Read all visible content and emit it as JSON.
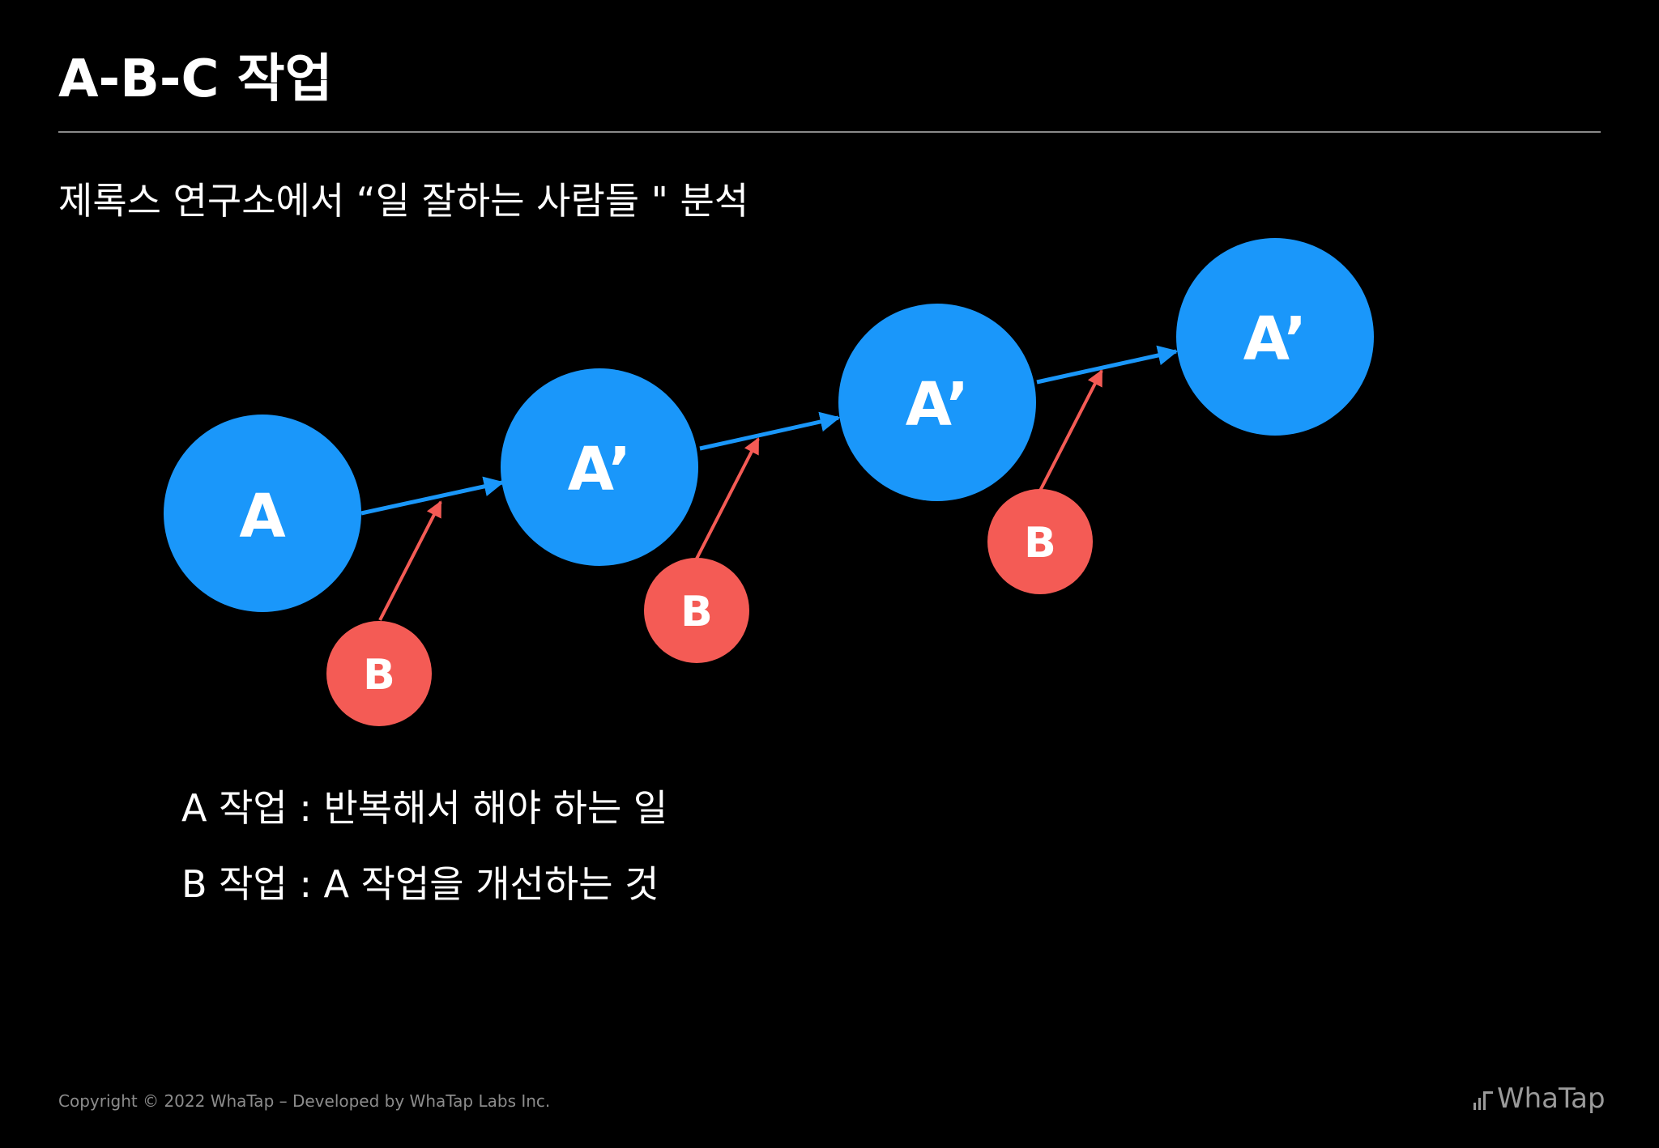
{
  "title": "A-B-C 작업",
  "subtitle": "제록스 연구소에서 “일 잘하는 사람들 \"  분석",
  "diagram": {
    "main_nodes": [
      {
        "label": "A",
        "color": "#1a97fa"
      },
      {
        "label": "A’",
        "color": "#1a97fa"
      },
      {
        "label": "A’",
        "color": "#1a97fa"
      },
      {
        "label": "A’",
        "color": "#1a97fa"
      }
    ],
    "improvement_nodes": [
      {
        "label": "B",
        "color": "#f45b55"
      },
      {
        "label": "B",
        "color": "#f45b55"
      },
      {
        "label": "B",
        "color": "#f45b55"
      }
    ],
    "progress_arrow_color": "#1a97fa",
    "improvement_arrow_color": "#f45b55"
  },
  "legend": {
    "a_task": "A 작업 : 반복해서 해야 하는 일",
    "b_task": "B 작업 : A 작업을 개선하는 것"
  },
  "footer": {
    "copyright": "Copyright © 2022 WhaTap – Developed by WhaTap Labs Inc.",
    "logo_text": "WhaTap"
  }
}
